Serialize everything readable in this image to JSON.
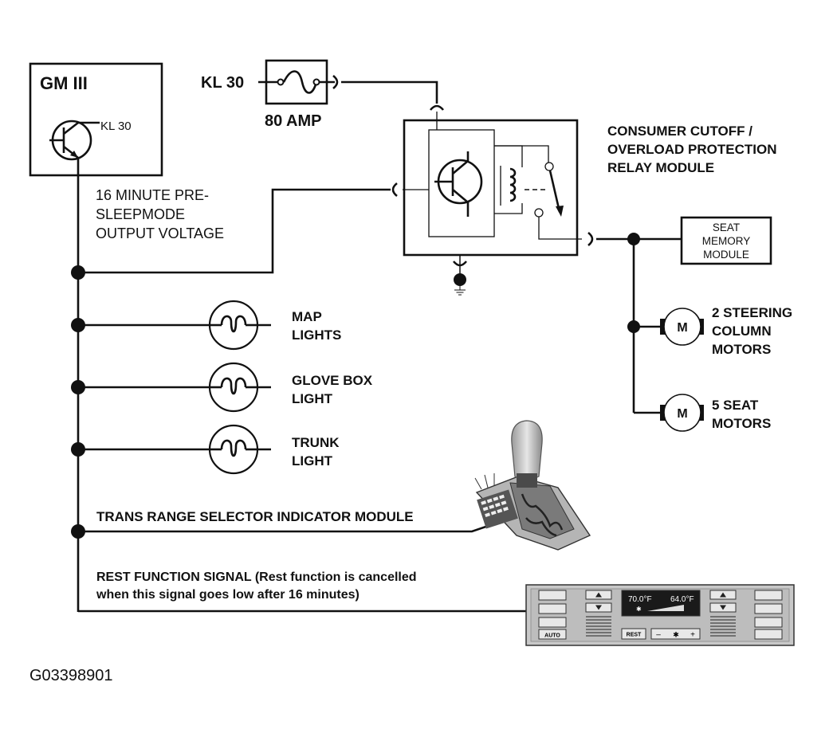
{
  "gm": {
    "title": "GM III",
    "kl30_inner": "KL 30"
  },
  "fuse": {
    "kl30": "KL 30",
    "rating": "80 AMP"
  },
  "relay": {
    "line1": "CONSUMER CUTOFF /",
    "line2": "OVERLOAD PROTECTION",
    "line3": "RELAY MODULE"
  },
  "output": {
    "line1": "16 MINUTE PRE-",
    "line2": "SLEEPMODE",
    "line3": "OUTPUT VOLTAGE"
  },
  "seat_memory": {
    "line1": "SEAT",
    "line2": "MEMORY",
    "line3": "MODULE"
  },
  "steering": {
    "line1": "2 STEERING",
    "line2": "COLUMN",
    "line3": "MOTORS",
    "symbol": "M"
  },
  "seat_motors": {
    "line1": "5 SEAT",
    "line2": "MOTORS",
    "symbol": "M"
  },
  "lamps": {
    "map": {
      "line1": "MAP",
      "line2": "LIGHTS"
    },
    "glove": {
      "line1": "GLOVE BOX",
      "line2": "LIGHT"
    },
    "trunk": {
      "line1": "TRUNK",
      "line2": "LIGHT"
    }
  },
  "trans_label": "TRANS RANGE SELECTOR INDICATOR MODULE",
  "rest": {
    "line1": "REST FUNCTION SIGNAL (Rest function is cancelled",
    "line2": "when this signal goes low after 16 minutes)"
  },
  "climate_panel": {
    "left_temp": "70.0°F",
    "right_temp": "64.0°F",
    "rest_btn": "REST",
    "auto_btn": "AUTO",
    "minus": "–",
    "plus": "+"
  },
  "figure_id": "G03398901"
}
